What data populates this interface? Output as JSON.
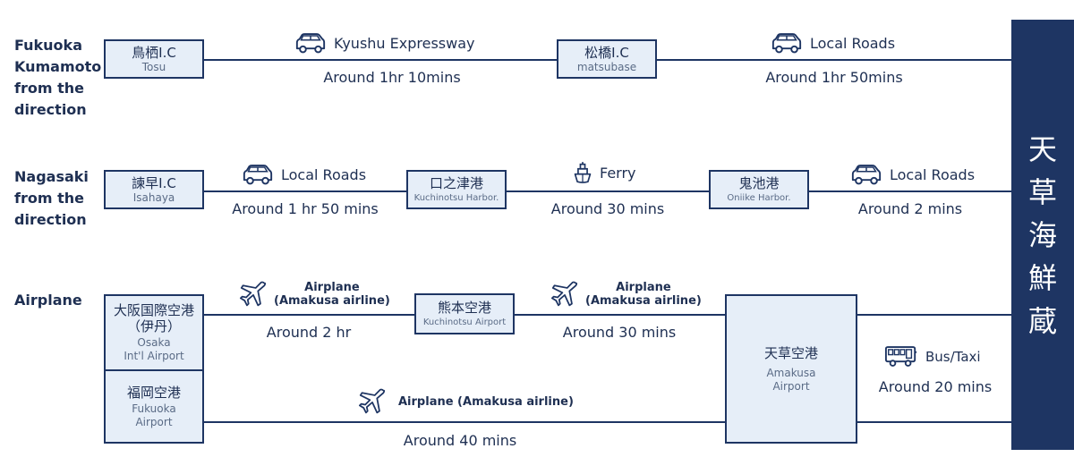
{
  "banner": {
    "chars": [
      "天",
      "草",
      "海",
      "鮮",
      "蔵"
    ]
  },
  "rows": {
    "fukuoka": {
      "label_lines": [
        "Fukuoka",
        "Kumamoto",
        "from the",
        "direction"
      ],
      "nodes": [
        {
          "jp": "鳥栖I.C",
          "en": "Tosu"
        },
        {
          "jp": "松橋I.C",
          "en": "matsubase"
        }
      ],
      "segments": [
        {
          "mode": "Kyushu Expressway",
          "icon": "car-icon",
          "duration": "Around 1hr 10mins"
        },
        {
          "mode": "Local Roads",
          "icon": "car-icon",
          "duration": "Around 1hr 50mins"
        }
      ]
    },
    "nagasaki": {
      "label_lines": [
        "Nagasaki",
        "from the",
        "direction"
      ],
      "nodes": [
        {
          "jp": "諫早I.C",
          "en": "Isahaya"
        },
        {
          "jp": "口之津港",
          "en": "Kuchinotsu Harbor."
        },
        {
          "jp": "鬼池港",
          "en": "Oniike Harbor."
        }
      ],
      "segments": [
        {
          "mode": "Local Roads",
          "icon": "car-icon",
          "duration": "Around 1 hr 50 mins"
        },
        {
          "mode": "Ferry",
          "icon": "ship-icon",
          "duration": "Around 30 mins"
        },
        {
          "mode": "Local Roads",
          "icon": "car-icon",
          "duration": "Around 2 mins"
        }
      ]
    },
    "airplane": {
      "label": "Airplane",
      "nodes": {
        "osaka": {
          "jp1": "大阪国際空港",
          "jp2": "（伊丹）",
          "en1": "Osaka",
          "en2": "Int'l Airport"
        },
        "fukuoka": {
          "jp": "福岡空港",
          "en1": "Fukuoka",
          "en2": "Airport"
        },
        "kumamoto": {
          "jp": "熊本空港",
          "en": "Kuchinotsu Airport"
        },
        "amakusa": {
          "jp": "天草空港",
          "en1": "Amakusa",
          "en2": "Airport"
        }
      },
      "segments": [
        {
          "mode1": "Airplane",
          "mode2": "(Amakusa airline)",
          "icon": "airplane-icon",
          "duration": "Around 2 hr"
        },
        {
          "mode1": "Airplane",
          "mode2": "(Amakusa airline)",
          "icon": "airplane-icon",
          "duration": "Around 30 mins"
        },
        {
          "mode": "Airplane (Amakusa airline)",
          "icon": "airplane-icon",
          "duration": "Around 40 mins"
        },
        {
          "mode": "Bus/Taxi",
          "icon": "bus-icon",
          "duration": "Around 20 mins"
        }
      ]
    }
  },
  "colors": {
    "navy": "#1e3563",
    "box_fill": "#e6eef8",
    "text": "#1e2f52"
  }
}
